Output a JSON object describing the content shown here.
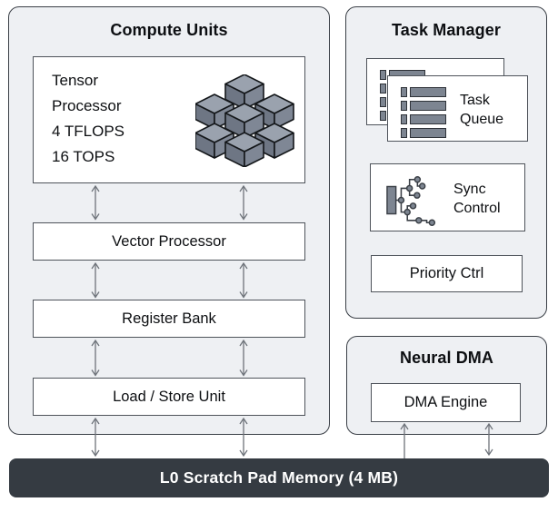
{
  "diagram": {
    "compute_units": {
      "title": "Compute Units",
      "tensor_processor": {
        "lines": [
          "Tensor",
          "Processor",
          "4 TFLOPS",
          "16 TOPS"
        ]
      },
      "vector_processor": "Vector Processor",
      "register_bank": "Register Bank",
      "load_store_unit": "Load / Store Unit"
    },
    "task_manager": {
      "title": "Task Manager",
      "task_queue": {
        "line1": "Task",
        "line2": "Queue"
      },
      "sync_control": {
        "line1": "Sync",
        "line2": "Control"
      },
      "priority_ctrl": "Priority Ctrl"
    },
    "neural_dma": {
      "title": "Neural DMA",
      "dma_engine": "DMA Engine"
    },
    "memory": {
      "label": "L0 Scratch Pad Memory (4 MB)"
    },
    "colors": {
      "panel_fill": "#eef0f3",
      "panel_border": "#3a3f46",
      "box_border": "#4e535a",
      "memory_background": "#353b42",
      "memory_text": "#ffffff",
      "icon_gray": "#7d8591",
      "cube_top": "#9aa2ae",
      "cube_left": "#6e7684",
      "cube_right": "#7f8795",
      "arrow": "#6e737a",
      "text": "#0d0f12"
    }
  }
}
